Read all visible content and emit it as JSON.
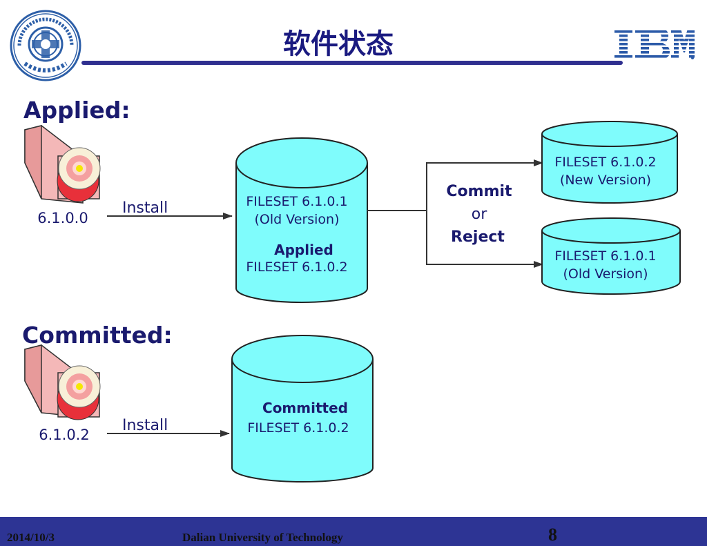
{
  "header": {
    "title": "软件状态",
    "logo_name": "dalian-university-seal",
    "brand": "IBM"
  },
  "colors": {
    "accent": "#2f2f8f",
    "text_dark": "#1a1a6e",
    "cylinder_fill": "#7ffcfc",
    "footer_bg": "#2d3494"
  },
  "applied_section": {
    "heading": "Applied:",
    "package_version": "6.1.0.0",
    "install_label": "Install",
    "main_store": {
      "line1": "FILESET 6.1.0.1",
      "line2": "(Old Version)",
      "state_label": "Applied",
      "line3": "FILESET 6.1.0.2"
    },
    "decision": {
      "commit": "Commit",
      "or": "or",
      "reject": "Reject"
    },
    "result_top": {
      "line1": "FILESET 6.1.0.2",
      "line2": "(New Version)"
    },
    "result_bottom": {
      "line1": "FILESET 6.1.0.1",
      "line2": "(Old Version)"
    }
  },
  "committed_section": {
    "heading": "Committed:",
    "package_version": "6.1.0.2",
    "install_label": "Install",
    "store": {
      "state_label": "Committed",
      "line1": "FILESET 6.1.0.2"
    }
  },
  "footer": {
    "date": "2014/10/3",
    "organization": "Dalian University of Technology",
    "page_number": "8"
  }
}
